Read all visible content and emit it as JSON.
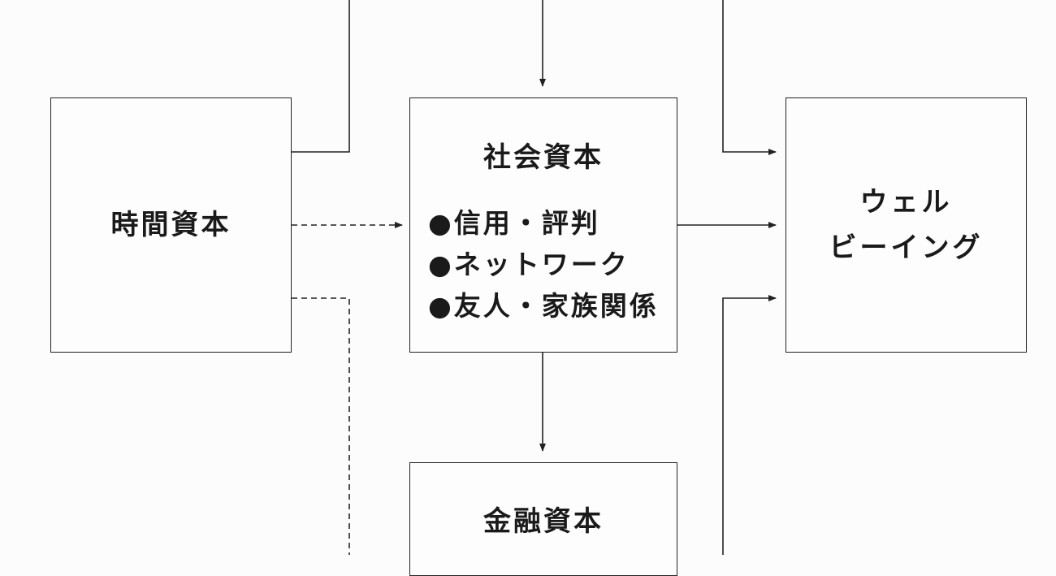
{
  "diagram": {
    "nodes": {
      "time_capital": {
        "title": "時間資本"
      },
      "social_capital": {
        "title": "社会資本",
        "items": [
          "●信用・評判",
          "●ネットワーク",
          "●友人・家族関係"
        ]
      },
      "wellbeing": {
        "lines": [
          "ウェル",
          "ビーイング"
        ]
      },
      "financial_capital": {
        "title": "金融資本"
      }
    },
    "connector_color": "#222222"
  }
}
